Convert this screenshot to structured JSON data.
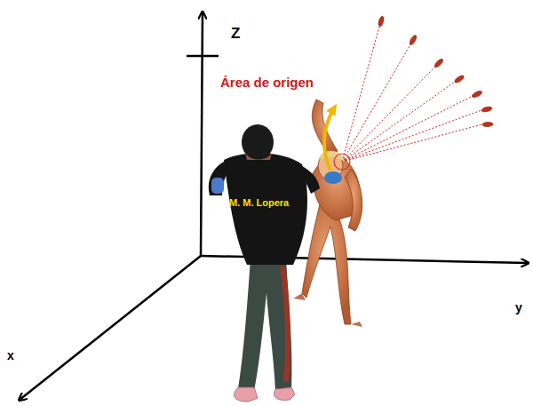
{
  "diagram": {
    "labels": [
      "Z",
      "Área de origen",
      "M. M. Lopera",
      "y",
      "x"
    ]
  }
}
